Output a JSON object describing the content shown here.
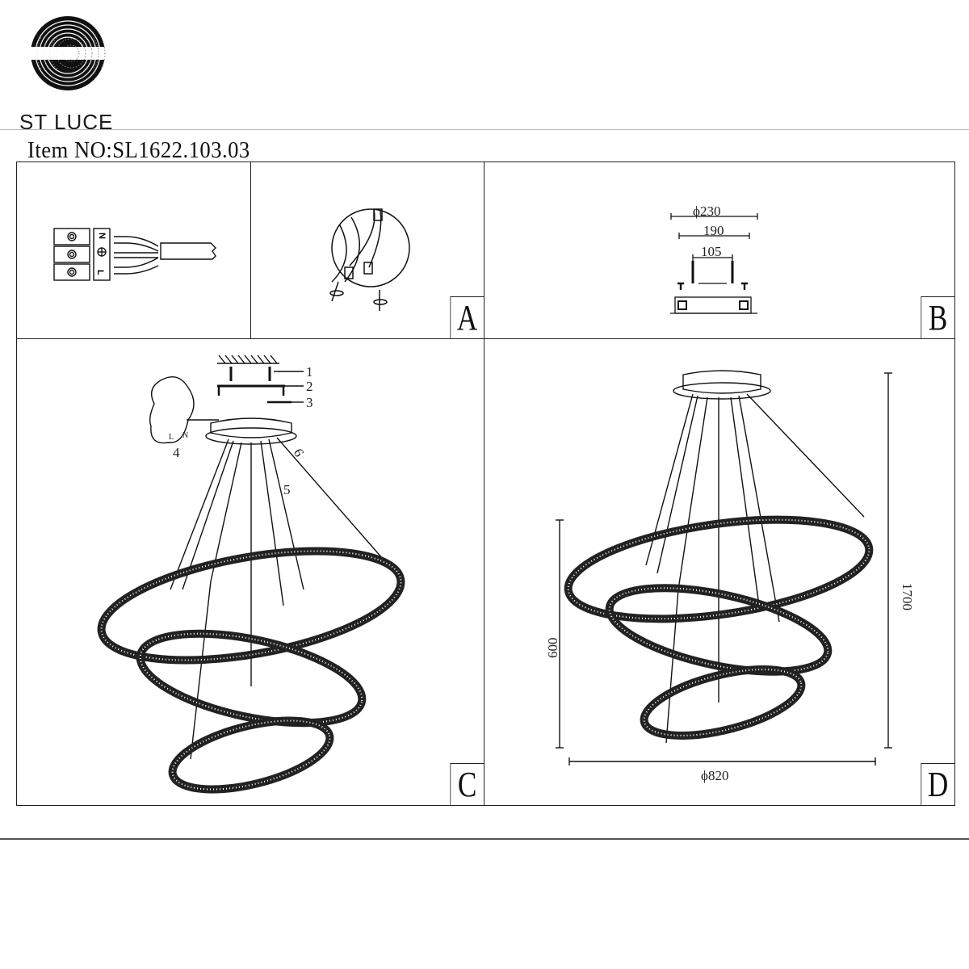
{
  "brand": {
    "name": "ST LUCE",
    "logo_icon": "spiral-s-logo-icon"
  },
  "item": {
    "label": "Item NO:SL1622.103.03"
  },
  "panels": [
    {
      "id": "wiring",
      "label": "",
      "description": "Terminal block with N, earth, L wires connected to cable"
    },
    {
      "id": "A",
      "label": "A",
      "description": "Detail of wires with connectors and cable sleeves"
    },
    {
      "id": "B",
      "label": "B",
      "description": "Ceiling mounting plate dimensions",
      "dimensions": {
        "canopy_diameter": "ϕ230",
        "plate_width": "190",
        "screw_spacing": "105"
      }
    },
    {
      "id": "C",
      "label": "C",
      "description": "Exploded installation view",
      "callouts": [
        "1",
        "2",
        "3",
        "4",
        "5",
        "6"
      ],
      "terminal_labels": {
        "neutral": "N",
        "live": "L"
      }
    },
    {
      "id": "D",
      "label": "D",
      "description": "Overall dimensions of three-ring crystal chandelier",
      "dimensions": {
        "ring_stack_height": "600",
        "overall_height": "1700",
        "max_diameter": "ϕ820"
      }
    }
  ],
  "wiring": {
    "terminal_labels": [
      "N",
      "⏚",
      "L"
    ]
  }
}
